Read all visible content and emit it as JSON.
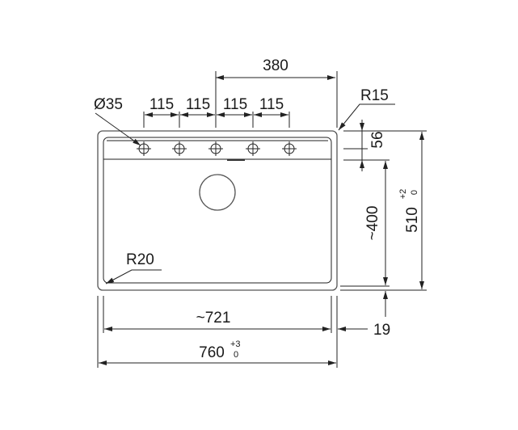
{
  "drawing": {
    "top_dim": "380",
    "hole_spacing": [
      "115",
      "115",
      "115",
      "115"
    ],
    "hole_diameter": "Ø35",
    "corner_radius_outer": "R15",
    "corner_radius_inner": "R20",
    "deck_depth": "56",
    "bowl_depth": "~400",
    "overall_depth": "510",
    "overall_depth_tol_upper": "+2",
    "overall_depth_tol_lower": "0",
    "rim_offset": "19",
    "bowl_width": "~721",
    "overall_width": "760",
    "overall_width_tol_upper": "+3",
    "overall_width_tol_lower": "0"
  }
}
